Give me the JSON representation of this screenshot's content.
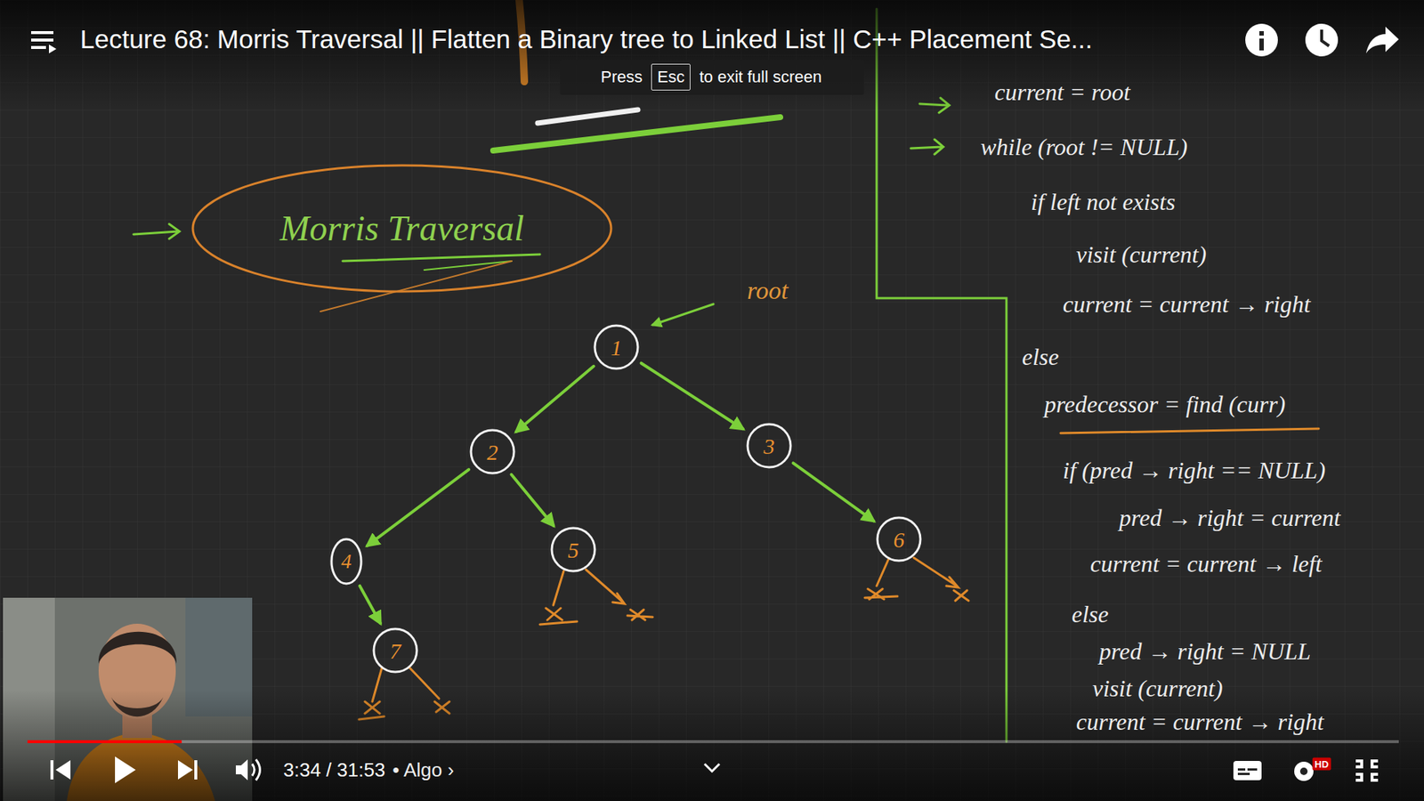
{
  "diagram": {
    "title": "Lecture 68: Morris Traversal || Flatten a Binary tree to Linked List || C++ Placement Se...",
    "nodes": [
      {
        "text": [
          "Morris Traversal"
        ]
      },
      {
        "text": [
          "1"
        ]
      },
      {
        "text": [
          "2"
        ]
      },
      {
        "text": [
          "3"
        ]
      },
      {
        "text": [
          "4"
        ]
      },
      {
        "text": [
          "5"
        ]
      },
      {
        "text": [
          "6"
        ]
      },
      {
        "text": [
          "7"
        ]
      }
    ],
    "edges": [
      {
        "from": 1,
        "to": 2,
        "arrow": "to"
      },
      {
        "from": 1,
        "to": 3,
        "arrow": "to"
      },
      {
        "from": 2,
        "to": 4,
        "arrow": "to"
      },
      {
        "from": 2,
        "to": 5,
        "arrow": "to"
      },
      {
        "from": 3,
        "to": 6,
        "arrow": "to"
      },
      {
        "from": 4,
        "to": 7,
        "arrow": "to"
      }
    ],
    "labels": [
      "Press",
      "Esc",
      "to exit full screen",
      "root",
      "current = root",
      "while (root != NULL)",
      "if left not exists",
      "visit (current)",
      "current = current → right",
      "else",
      "predecessor = find (curr)",
      "if (pred → right == NULL)",
      "pred → right = current",
      "current = current → left",
      "else",
      "pred → right = NULL",
      "visit (current)",
      "current = current → right",
      "3:34 / 31:53",
      "• Algo ›",
      "HD"
    ]
  }
}
